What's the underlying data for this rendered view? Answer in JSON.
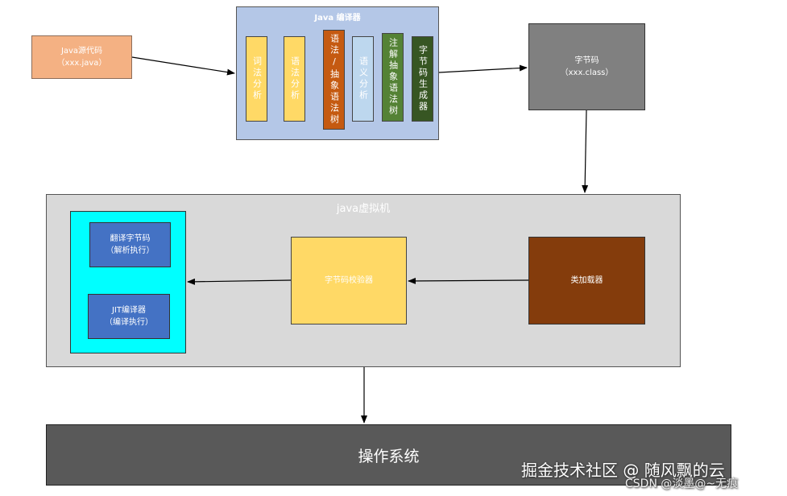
{
  "source": {
    "line1": "Java源代码",
    "line2": "（xxx.java）"
  },
  "compiler": {
    "title": "Java 编译器",
    "stages": [
      {
        "label": "词法分析"
      },
      {
        "label": "语法分析"
      },
      {
        "label": "语法/抽象语法树"
      },
      {
        "label": "语义分析"
      },
      {
        "label": "注解抽象语法树"
      },
      {
        "label": "字节码生成器"
      }
    ]
  },
  "bytecode": {
    "line1": "字节码",
    "line2": "（xxx.class）"
  },
  "jvm": {
    "title": "java虚拟机",
    "translate": {
      "line1": "翻译字节码",
      "line2": "（解析执行）"
    },
    "jit": {
      "line1": "JIT编译器",
      "line2": "（编译执行）"
    },
    "verifier": "字节码校验器",
    "loader": "类加载器"
  },
  "os": {
    "label": "操作系统"
  },
  "watermark": {
    "main": "掘金技术社区 @ 随风飘的云",
    "sub": "CSDN @淡墨@~无痕"
  },
  "colors": {
    "source": "#f4b183",
    "compiler_bg": "#b4c7e7",
    "yellow": "#ffd966",
    "orange": "#c55a11",
    "light_blue": "#bdd7ee",
    "green": "#548235",
    "dark_green": "#375623",
    "gray_box": "#808080",
    "jvm_bg": "#d9d9d9",
    "cyan": "#00ffff",
    "blue": "#4472c4",
    "brown": "#843c0c",
    "os": "#595959"
  }
}
